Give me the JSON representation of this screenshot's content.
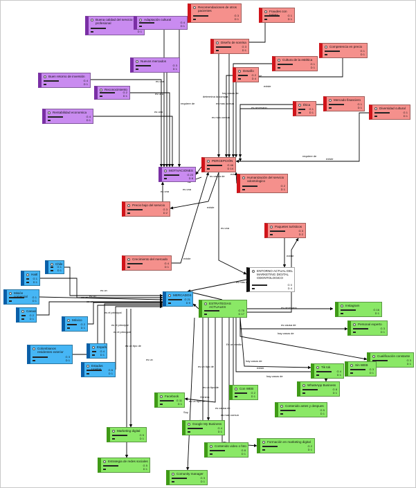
{
  "colors": {
    "purple": "#c98bf0",
    "red": "#f5908c",
    "blue": "#46b6f5",
    "green": "#8ae866",
    "white": "#ffffff"
  },
  "nodes": [
    {
      "id": "buena-calidad",
      "label": "Buena calidad del servicio y del profesional",
      "g": "G 4",
      "d": "D 1",
      "color": "purple"
    },
    {
      "id": "adaptacion",
      "label": "Adaptación cultural",
      "g": "G 4",
      "d": "D 1",
      "color": "purple"
    },
    {
      "id": "nuevos-mercados",
      "label": "Nuevos mercados",
      "g": "G 3",
      "d": "D 1",
      "color": "purple"
    },
    {
      "id": "buen-retorno",
      "label": "Buen retorno de inversión",
      "g": "G 4",
      "d": "D 1",
      "color": "purple"
    },
    {
      "id": "reconocimiento",
      "label": "Reconocimiento",
      "g": "G 2",
      "d": "D 1",
      "color": "purple"
    },
    {
      "id": "rentabilidad",
      "label": "Rentabilidad economica",
      "g": "G 4",
      "d": "D 1",
      "color": "purple"
    },
    {
      "id": "motivaciones",
      "label": "MOTIVACIONES",
      "g": "G 23",
      "d": "D 8",
      "color": "purple"
    },
    {
      "id": "recomendaciones",
      "label": "Recomendaciones de otros pacientes",
      "g": "G 3",
      "d": "D 1",
      "color": "red"
    },
    {
      "id": "fraudes",
      "label": "Fraudes con tarjeta",
      "g": "G 1",
      "d": "D 1",
      "color": "red"
    },
    {
      "id": "diseno-sonrisa",
      "label": "Diseño de sonrisa",
      "g": "G 3",
      "d": "D 1",
      "color": "red"
    },
    {
      "id": "competencia-precio",
      "label": "Competencia en precio",
      "g": "G 1",
      "d": "D 1",
      "color": "red"
    },
    {
      "id": "cultura-estetica",
      "label": "Cultura de la estética",
      "g": "G 1",
      "d": "D 1",
      "color": "red"
    },
    {
      "id": "desafio",
      "label": "Desafío",
      "g": "G 2",
      "d": "D 4",
      "color": "red"
    },
    {
      "id": "etica",
      "label": "Ética",
      "g": "G 1",
      "d": "D 1",
      "color": "red"
    },
    {
      "id": "mercado-financiero",
      "label": "Mercado financiero",
      "g": "G 1",
      "d": "D 1",
      "color": "red"
    },
    {
      "id": "diversidad-cultural",
      "label": "Diversidad cultural",
      "g": "G 1",
      "d": "D 1",
      "color": "red"
    },
    {
      "id": "percepcion",
      "label": "PERCEPCIÓN",
      "g": "G 46",
      "d": "D 14",
      "color": "red"
    },
    {
      "id": "humanizacion",
      "label": "Humanización del servicio odontologico",
      "g": "G 2",
      "d": "D 1",
      "color": "red"
    },
    {
      "id": "precio-bajo",
      "label": "Precio bajo del servicio",
      "g": "G 3",
      "d": "D 2",
      "color": "red"
    },
    {
      "id": "paquetes",
      "label": "Paquetes turísticos",
      "g": "G 3",
      "d": "D 2",
      "color": "red"
    },
    {
      "id": "crecimiento",
      "label": "Crecimiento del mercado",
      "g": "G 4",
      "d": "D 1",
      "color": "red"
    },
    {
      "id": "entorno",
      "label": "ENTORNO ACTUAL DEL MARKETING DIGITAL ODONTOLOGICO",
      "g": "G 0",
      "d": "D 4",
      "color": "white"
    },
    {
      "id": "chile",
      "label": "Chile",
      "g": "G 1",
      "d": "D 1",
      "color": "blue"
    },
    {
      "id": "haiti",
      "label": "Haití",
      "g": "G 1",
      "d": "D 1",
      "color": "blue"
    },
    {
      "id": "mision",
      "label": "Misión comercial",
      "g": "G 1",
      "d": "D 1",
      "color": "blue"
    },
    {
      "id": "canada",
      "label": "Canadá",
      "g": "G 2",
      "d": "D 1",
      "color": "blue"
    },
    {
      "id": "mexico",
      "label": "México",
      "g": "G 2",
      "d": "D 1",
      "color": "blue"
    },
    {
      "id": "colombianos",
      "label": "Colombianos residentes exterior",
      "g": "G 3",
      "d": "D 1",
      "color": "blue"
    },
    {
      "id": "espana",
      "label": "España",
      "g": "G 4",
      "d": "D 1",
      "color": "blue"
    },
    {
      "id": "estados-unidos",
      "label": "Estados Unidos",
      "g": "G 6",
      "d": "D 1",
      "color": "blue"
    },
    {
      "id": "mercados",
      "label": "MERCADOS",
      "g": "G 21",
      "d": "D 9",
      "color": "blue"
    },
    {
      "id": "estrategias",
      "label": "ESTRATEGIAS ACTUALES",
      "g": "G 75",
      "d": "D 17",
      "color": "green"
    },
    {
      "id": "instagram",
      "label": "Instagram",
      "g": "G 16",
      "d": "D 1",
      "color": "green"
    },
    {
      "id": "personal-experto",
      "label": "Personal experto",
      "g": "G 3",
      "d": "D 1",
      "color": "green"
    },
    {
      "id": "calificacion",
      "label": "Cualificación constante",
      "g": "G 3",
      "d": "D 1",
      "color": "green"
    },
    {
      "id": "tiktok",
      "label": "Tik tok",
      "g": "G 4",
      "d": "D 1",
      "color": "green"
    },
    {
      "id": "sin-web",
      "label": "Sin WEB",
      "g": "G 3",
      "d": "D 1",
      "color": "green"
    },
    {
      "id": "whatsapp",
      "label": "WhatsApp Business",
      "g": "G 8",
      "d": "D 1",
      "color": "green"
    },
    {
      "id": "con-web",
      "label": "Con WEB",
      "g": "G 2",
      "d": "D 1",
      "color": "green"
    },
    {
      "id": "facebook",
      "label": "Facebook",
      "g": "G 11",
      "d": "D 1",
      "color": "green"
    },
    {
      "id": "contenido-antes",
      "label": "Contenido antes y despues",
      "g": "G 5",
      "d": "D 1",
      "color": "green"
    },
    {
      "id": "google",
      "label": "Google My Business",
      "g": "G 4",
      "d": "D 1",
      "color": "green"
    },
    {
      "id": "marketing-digital",
      "label": "Marketing digital",
      "g": "G 5",
      "d": "D 1",
      "color": "green"
    },
    {
      "id": "contenido-video",
      "label": "Contenido video o foto",
      "g": "G 8",
      "d": "D 1",
      "color": "green"
    },
    {
      "id": "formacion",
      "label": "Formación en marketing digital",
      "g": "G 2",
      "d": "D 1",
      "color": "green"
    },
    {
      "id": "redes-sociales",
      "label": "Estrategia de redes sociales",
      "g": "G 5",
      "d": "D 1",
      "color": "green"
    },
    {
      "id": "community",
      "label": "Comunity manager",
      "g": "G 3",
      "d": "D 1",
      "color": "green"
    }
  ],
  "edge_labels": [
    "es una",
    "es una",
    "es una",
    "es una",
    "requiere de",
    "determina la compra",
    "es mas comun",
    "es mas comun",
    "hay casos de",
    "existe",
    "existe",
    "es necesario",
    "requiere de",
    "existe",
    "es causa de",
    "existe",
    "es una",
    "es una",
    "existe",
    "es una",
    "existe",
    "existe",
    "es un",
    "es un",
    "es un",
    "es un",
    "es el principal",
    "es el principal",
    "es el principal",
    "es un",
    "es un tipo de",
    "es mas comun",
    "es necesario",
    "es causa de",
    "hay casos de",
    "hay casos de",
    "existe",
    "hay casos de",
    "Es un medio",
    "es un tipo de",
    "es un tipo de",
    "Genera",
    "es causa de",
    "es mas comun",
    "es un tipo de",
    "Soy"
  ]
}
